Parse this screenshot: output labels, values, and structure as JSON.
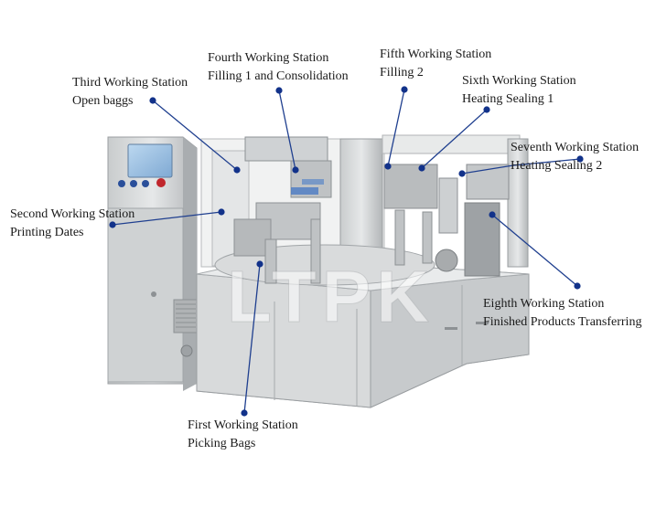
{
  "colors": {
    "leader": "#1f3f8f",
    "dot": "#12328a",
    "steel_light": "#d7d9da",
    "steel_mid": "#b9bcbe",
    "steel_dark": "#8d9194",
    "panel_screen": "#9cc3e6",
    "text": "#1a1a1a"
  },
  "watermark": "LTPK",
  "stations": [
    {
      "title": "First Working Station",
      "subtitle": "Picking Bags"
    },
    {
      "title": "Second Working Station",
      "subtitle": "Printing Dates"
    },
    {
      "title": "Third Working Station",
      "subtitle": "Open baggs"
    },
    {
      "title": "Fourth Working Station",
      "subtitle": "Filling 1 and Consolidation"
    },
    {
      "title": "Fifth Working Station",
      "subtitle": "Filling 2"
    },
    {
      "title": "Sixth Working Station",
      "subtitle": "Heating Sealing 1"
    },
    {
      "title": "Seventh Working Station",
      "subtitle": "Heating Sealing 2"
    },
    {
      "title": "Eighth Working Station",
      "subtitle": "Finished Products Transferring"
    }
  ]
}
